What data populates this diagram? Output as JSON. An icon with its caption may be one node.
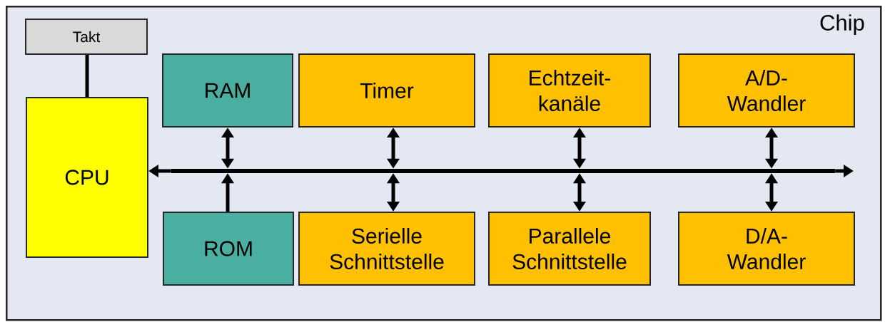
{
  "diagram": {
    "nodes": [
      {
        "text": [
          "Chip"
        ]
      },
      {
        "text": [
          "Takt"
        ],
        "in": 0
      },
      {
        "text": [
          "CPU"
        ],
        "in": 0
      },
      {
        "text": [
          "RAM"
        ],
        "in": 0
      },
      {
        "text": [
          "Timer"
        ],
        "in": 0
      },
      {
        "text": [
          "Echtzeit-kanäle"
        ],
        "in": 0
      },
      {
        "text": [
          "A/D-Wandler"
        ],
        "in": 0
      },
      {
        "text": [
          "ROM"
        ],
        "in": 0
      },
      {
        "text": [
          "Serielle Schnittstelle"
        ],
        "in": 0
      },
      {
        "text": [
          "Parallele Schnittstelle"
        ],
        "in": 0
      },
      {
        "text": [
          "D/A-Wandler"
        ],
        "in": 0
      },
      {
        "text": [],
        "shape": "bar",
        "in": 0
      }
    ],
    "edges": [
      {
        "from": 1,
        "to": 2,
        "arrow": "none"
      },
      {
        "from": 11,
        "to": 2,
        "arrow": "to"
      },
      {
        "from": 11,
        "to": null,
        "arrow": "to"
      },
      {
        "from": 3,
        "to": 11,
        "arrow": "both"
      },
      {
        "from": 4,
        "to": 11,
        "arrow": "both"
      },
      {
        "from": 5,
        "to": 11,
        "arrow": "both"
      },
      {
        "from": 6,
        "to": 11,
        "arrow": "both"
      },
      {
        "from": 7,
        "to": 11,
        "arrow": "to"
      },
      {
        "from": 8,
        "to": 11,
        "arrow": "both"
      },
      {
        "from": 9,
        "to": 11,
        "arrow": "both"
      },
      {
        "from": 10,
        "to": 11,
        "arrow": "both"
      }
    ]
  }
}
